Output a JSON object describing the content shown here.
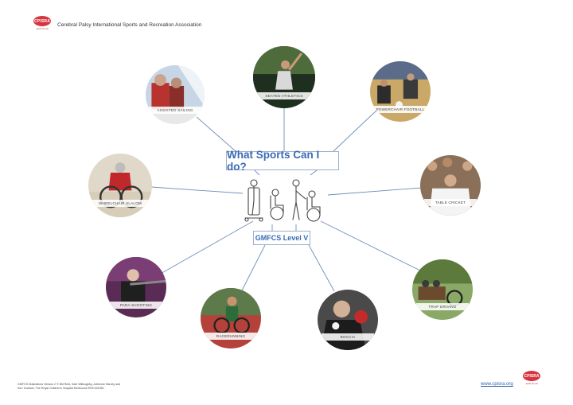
{
  "header": {
    "logo_text": "CPISRA",
    "logo_tagline": "sport for all",
    "org_name": "Cerebral Palsy International Sports and Recreation Association"
  },
  "center": {
    "title": "What Sports Can I do?",
    "level": "GMFCS Level V"
  },
  "sports": [
    {
      "label": "SEATED ATHLETICS"
    },
    {
      "label": "ASSISTED SAILING"
    },
    {
      "label": "POWERCHAIR FOOTBALL"
    },
    {
      "label": "WHEELCHAIR SLALOM"
    },
    {
      "label": "TABLE CRICKET"
    },
    {
      "label": "PARA SHOOTING"
    },
    {
      "label": "RACERUNNING"
    },
    {
      "label": "BOCCIA"
    },
    {
      "label": "TRAP DRIVING"
    }
  ],
  "footer": {
    "credit": "GMFCS Illustrations Version 2 © Bill Reid, Kate Willoughby, Adrienne Harvey and Kerr Graham, The Royal Children's Hospital Melbourne ERC151050",
    "url": "www.cpisra.org"
  },
  "colors": {
    "accent_blue": "#3a6bb4",
    "connector": "#6f8fba",
    "brand_red": "#d8343f"
  }
}
